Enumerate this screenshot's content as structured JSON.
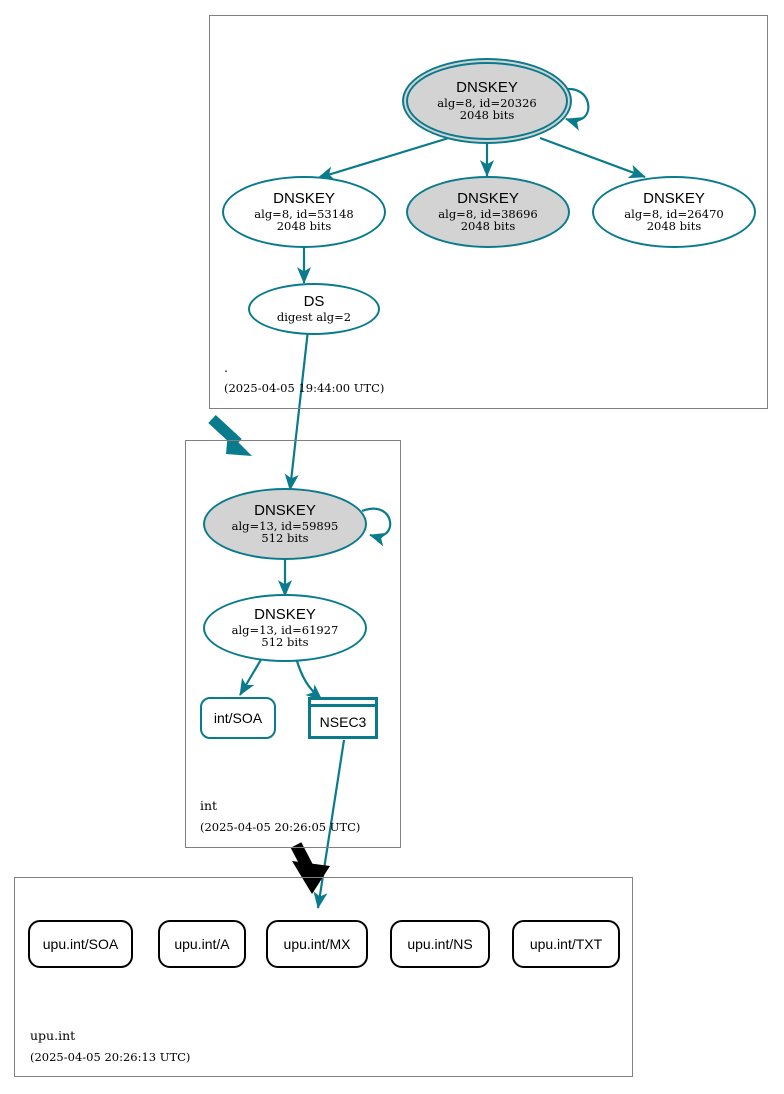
{
  "diagram": {
    "type": "dnssec-authentication-chain",
    "colors": {
      "accent_teal": "#0a7b8c",
      "shaded_fill": "#d3d3d3",
      "zone_border": "#808080",
      "secure_black": "#000000"
    }
  },
  "zones": [
    {
      "id": "root",
      "label": ".",
      "timestamp": "(2025-04-05 19:44:00 UTC)",
      "nodes": [
        {
          "id": "root-ksk",
          "shape": "double-ellipse",
          "shaded": true,
          "title": "DNSKEY",
          "line2": "alg=8, id=20326",
          "line3": "2048 bits"
        },
        {
          "id": "root-zsk-53148",
          "shape": "ellipse",
          "shaded": false,
          "title": "DNSKEY",
          "line2": "alg=8, id=53148",
          "line3": "2048 bits"
        },
        {
          "id": "root-zsk-38696",
          "shape": "ellipse",
          "shaded": true,
          "title": "DNSKEY",
          "line2": "alg=8, id=38696",
          "line3": "2048 bits"
        },
        {
          "id": "root-zsk-26470",
          "shape": "ellipse",
          "shaded": false,
          "title": "DNSKEY",
          "line2": "alg=8, id=26470",
          "line3": "2048 bits"
        },
        {
          "id": "root-ds",
          "shape": "ellipse",
          "shaded": false,
          "title": "DS",
          "line2": "digest alg=2",
          "line3": ""
        }
      ]
    },
    {
      "id": "int",
      "label": "int",
      "timestamp": "(2025-04-05 20:26:05 UTC)",
      "nodes": [
        {
          "id": "int-ksk",
          "shape": "ellipse",
          "shaded": true,
          "title": "DNSKEY",
          "line2": "alg=13, id=59895",
          "line3": "512 bits"
        },
        {
          "id": "int-zsk",
          "shape": "ellipse",
          "shaded": false,
          "title": "DNSKEY",
          "line2": "alg=13, id=61927",
          "line3": "512 bits"
        },
        {
          "id": "int-soa",
          "shape": "rrset",
          "title": "int/SOA"
        },
        {
          "id": "int-nsec3",
          "shape": "nsec3",
          "title": "NSEC3"
        }
      ]
    },
    {
      "id": "upu-int",
      "label": "upu.int",
      "timestamp": "(2025-04-05 20:26:13 UTC)",
      "nodes": [
        {
          "id": "upu-soa",
          "shape": "rrset-black",
          "title": "upu.int/SOA"
        },
        {
          "id": "upu-a",
          "shape": "rrset-black",
          "title": "upu.int/A"
        },
        {
          "id": "upu-mx",
          "shape": "rrset-black",
          "title": "upu.int/MX"
        },
        {
          "id": "upu-ns",
          "shape": "rrset-black",
          "title": "upu.int/NS"
        },
        {
          "id": "upu-txt",
          "shape": "rrset-black",
          "title": "upu.int/TXT"
        }
      ]
    }
  ]
}
